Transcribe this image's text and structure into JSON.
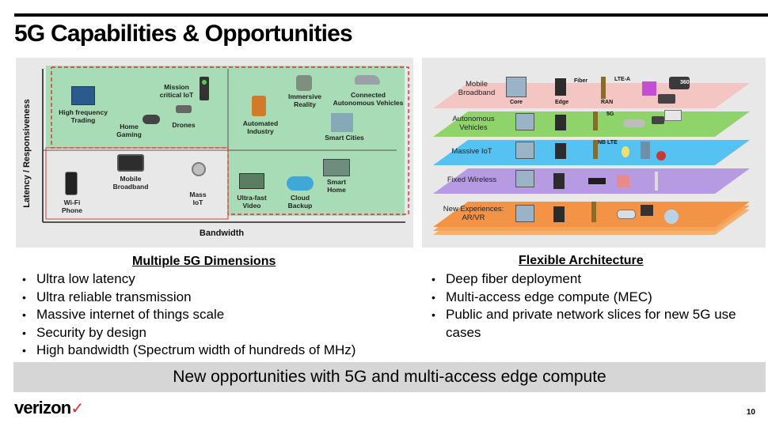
{
  "slide": {
    "title": "5G Capabilities & Opportunities",
    "page_number": "10",
    "banner": "New opportunities with 5G and multi-access edge compute",
    "logo": "verizon",
    "logo_mark": "✓"
  },
  "chart": {
    "y_axis": "Latency / Responsiveness",
    "x_axis": "Bandwidth",
    "items": {
      "hft": "High frequency\nTrading",
      "mission": "Mission\ncritical IoT",
      "immersive": "Immersive\nReality",
      "connected": "Connected\nAutonomous Vehicles",
      "home_gaming": "Home\nGaming",
      "drones": "Drones",
      "automated": "Automated\nIndustry",
      "smart_cities": "Smart Cities",
      "mobile_bb": "Mobile\nBroadband",
      "wifi_phone": "Wi-Fi\nPhone",
      "mass_iot": "Mass\nIoT",
      "ultra_video": "Ultra-fast\nVideo",
      "cloud": "Cloud\nBackup",
      "smart_home": "Smart\nHome"
    }
  },
  "architecture": {
    "layers": [
      {
        "label": "Mobile\nBroadband",
        "color": "#f4c6c3"
      },
      {
        "label": "Autonomous\nVehicles",
        "color": "#8fd46a"
      },
      {
        "label": "Massive IoT",
        "color": "#55c2f2"
      },
      {
        "label": "Fixed Wireless",
        "color": "#b69be3"
      },
      {
        "label": "New Experiences:\nAR/VR",
        "color": "#f5a25a"
      }
    ],
    "tags": {
      "core": "Core",
      "edge": "Edge",
      "ran": "RAN",
      "fiber": "Fiber",
      "lte_a": "LTE-A",
      "five_g": "5G",
      "nb_lte": "NB LTE",
      "deg": "360"
    }
  },
  "left_column": {
    "heading": "Multiple 5G Dimensions",
    "bullets": [
      "Ultra low latency",
      "Ultra reliable transmission",
      "Massive internet of things scale",
      "Security by design",
      "High bandwidth (Spectrum width of hundreds of MHz)"
    ]
  },
  "right_column": {
    "heading": "Flexible Architecture",
    "bullets": [
      "Deep fiber deployment",
      "Multi-access edge compute (MEC)",
      "Public and private network slices for new 5G use cases"
    ]
  },
  "colors": {
    "accent_red": "#e1261c",
    "quadrant_green": "#a8dcb6",
    "dashed_red": "#d9322f",
    "banner_gray": "#d6d6d6"
  }
}
